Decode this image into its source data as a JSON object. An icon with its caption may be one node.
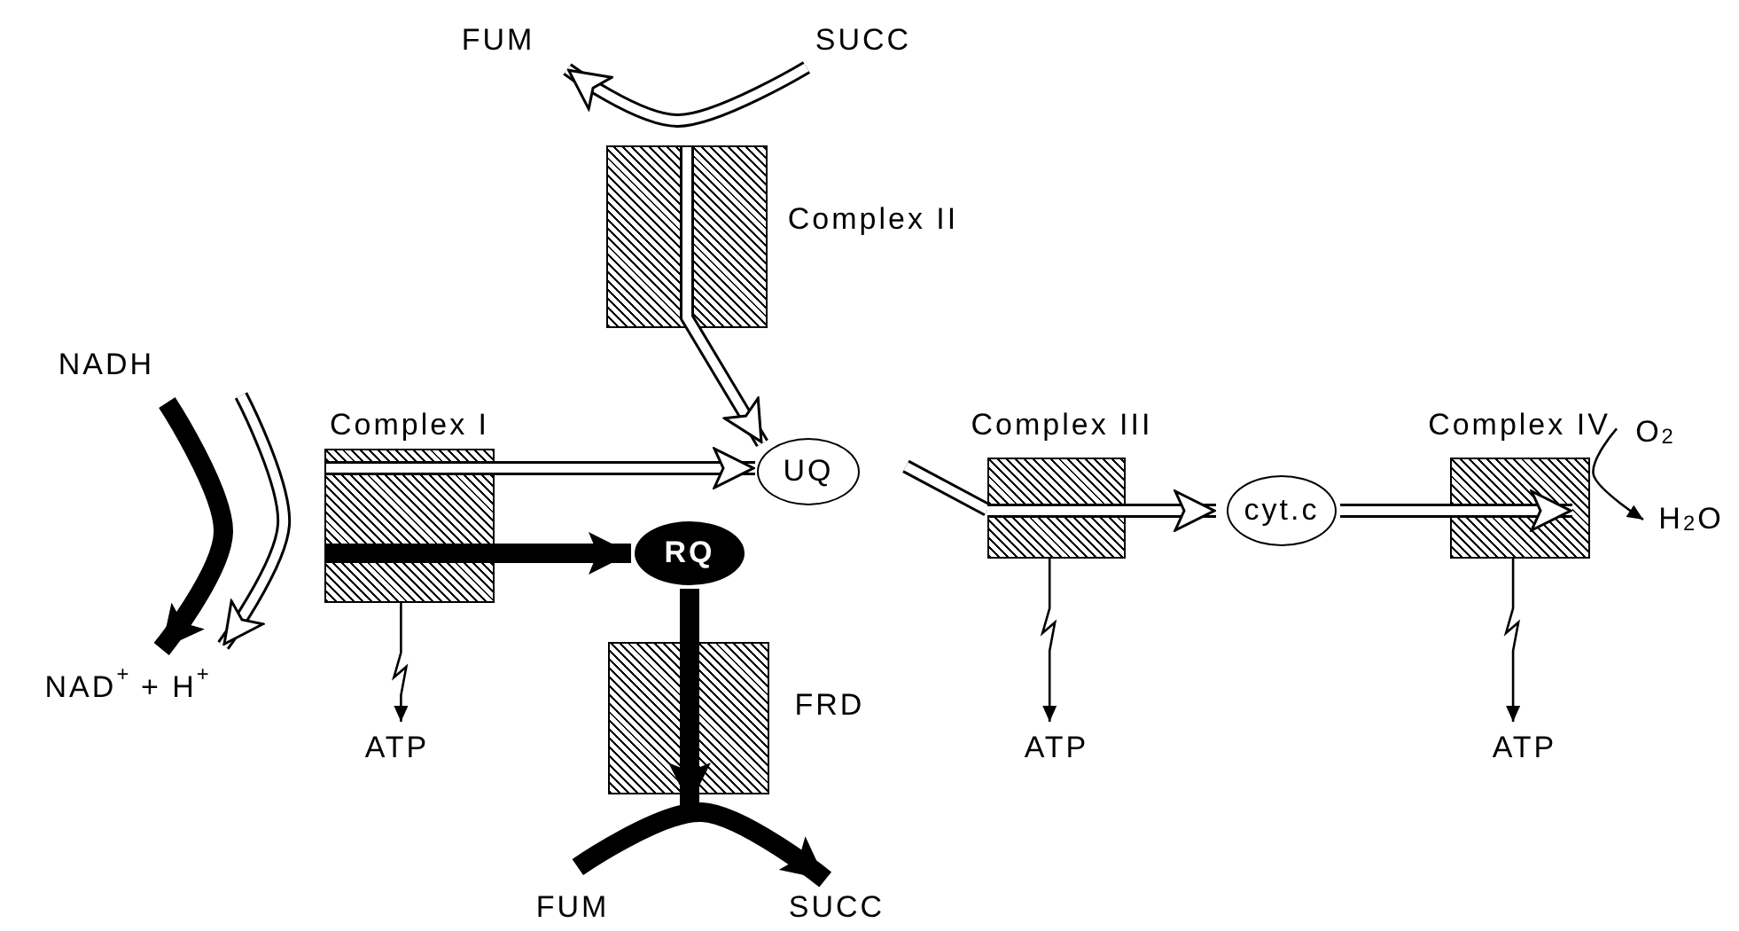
{
  "diagram": {
    "nodes": [
      {
        "text": [
          "SUCC"
        ]
      },
      {
        "text": [
          "FUM"
        ]
      },
      {
        "text": [],
        "shape": "box",
        "beside": [
          "Complex II"
        ]
      },
      {
        "text": [
          "NADH"
        ]
      },
      {
        "text": [],
        "shape": "box",
        "beside": [
          "Complex I"
        ]
      },
      {
        "text": [
          "UQ"
        ]
      },
      {
        "text": [
          "RQ"
        ]
      },
      {
        "text": [
          "NAD$^{+}$ + H$^{+}$"
        ]
      },
      {
        "text": [
          "ATP"
        ]
      },
      {
        "text": [],
        "shape": "box",
        "beside": [
          "FRD"
        ]
      },
      {
        "text": [
          "FUM"
        ]
      },
      {
        "text": [
          "SUCC"
        ]
      },
      {
        "text": [],
        "shape": "box",
        "beside": [
          "Complex III"
        ]
      },
      {
        "text": [
          "cyt.c"
        ]
      },
      {
        "text": [
          "ATP"
        ]
      },
      {
        "text": [],
        "shape": "box",
        "beside": [
          "Complex IV"
        ]
      },
      {
        "text": [
          "O$_{2}$"
        ]
      },
      {
        "text": [
          "H$_{2}$O"
        ]
      },
      {
        "text": [
          "ATP"
        ]
      }
    ],
    "edges": [
      {
        "from": 0,
        "to": 1,
        "arrow": "to",
        "color": "#ffffff"
      },
      {
        "from": 2,
        "to": 5,
        "arrow": "to",
        "color": "#ffffff"
      },
      {
        "from": 3,
        "to": 7,
        "arrow": "to",
        "style": "thick"
      },
      {
        "from": 3,
        "to": 7,
        "arrow": "to",
        "color": "#ffffff"
      },
      {
        "from": 4,
        "to": 5,
        "arrow": "to",
        "color": "#ffffff"
      },
      {
        "from": 4,
        "to": 6,
        "arrow": "to",
        "style": "thick"
      },
      {
        "from": 6,
        "to": 9,
        "arrow": "to",
        "style": "thick"
      },
      {
        "from": 10,
        "to": 11,
        "arrow": "to",
        "style": "thick"
      },
      {
        "from": 4,
        "to": 8,
        "arrow": "to"
      },
      {
        "from": 5,
        "to": 12,
        "arrow": "none",
        "color": "#ffffff"
      },
      {
        "from": 12,
        "to": 13,
        "arrow": "to",
        "color": "#ffffff"
      },
      {
        "from": 12,
        "to": 14,
        "arrow": "to"
      },
      {
        "from": 13,
        "to": 15,
        "arrow": "to",
        "color": "#ffffff"
      },
      {
        "from": 16,
        "to": 17,
        "arrow": "to"
      },
      {
        "from": 15,
        "to": 18,
        "arrow": "to"
      }
    ]
  }
}
